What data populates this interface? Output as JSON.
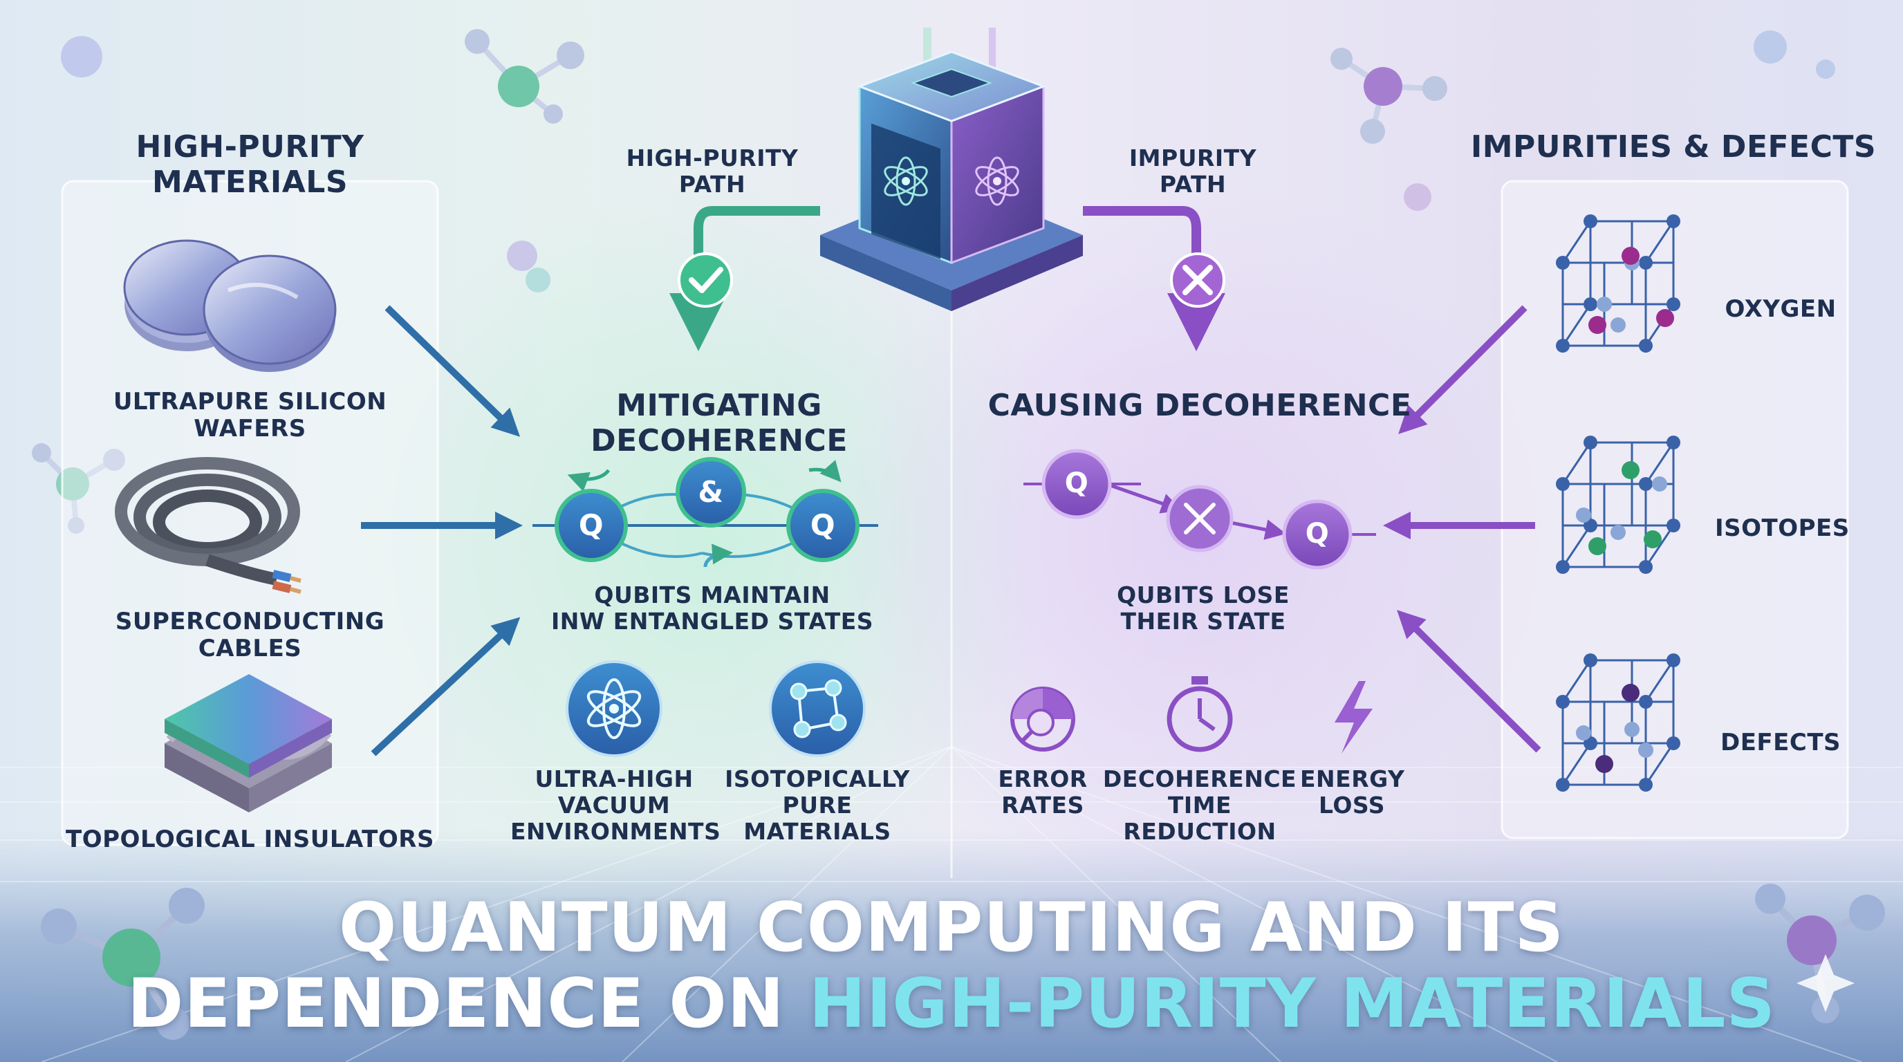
{
  "headers": {
    "left": "HIGH-PURITY MATERIALS",
    "right": "IMPURITIES & DEFECTS"
  },
  "paths": {
    "high_purity": [
      "HIGH-PURITY",
      "PATH"
    ],
    "impurity": [
      "IMPURITY",
      "PATH"
    ]
  },
  "materials": [
    {
      "label": "ULTRAPURE SILICON WAFERS",
      "icon": "silicon-wafers-icon"
    },
    {
      "label": "SUPERCONDUCTING CABLES",
      "icon": "cable-coil-icon"
    },
    {
      "label": "TOPOLOGICAL INSULATORS",
      "icon": "topological-insulator-icon"
    }
  ],
  "impurities": [
    {
      "label": "OXYGEN",
      "icon": "lattice-oxygen-icon"
    },
    {
      "label": "ISOTOPES",
      "icon": "lattice-isotopes-icon"
    },
    {
      "label": "DEFECTS",
      "icon": "lattice-defects-icon"
    }
  ],
  "mitigating": {
    "title": "MITIGATING DECOHERENCE",
    "qubit_letter": "Q",
    "entangle_symbol": "&",
    "caption": [
      "QUBITS MAINTAIN",
      "INW ENTANGLED STATES"
    ],
    "features": [
      {
        "lines": [
          "ULTRA-HIGH",
          "VACUUM",
          "ENVIRONMENTS"
        ],
        "icon": "atom-icon"
      },
      {
        "lines": [
          "ISOTOPICALLY",
          "PURE",
          "MATERIALS"
        ],
        "icon": "molecule-network-icon"
      }
    ]
  },
  "causing": {
    "title": "CAUSING DECOHERENCE",
    "qubit_letter": "Q",
    "caption": [
      "QUBITS LOSE",
      "THEIR STATE"
    ],
    "effects": [
      {
        "lines": [
          "ERROR",
          "RATES"
        ],
        "icon": "error-gauge-icon"
      },
      {
        "lines": [
          "DECOHERENCE",
          "TIME REDUCTION"
        ],
        "icon": "stopwatch-icon"
      },
      {
        "lines": [
          "ENERGY",
          "LOSS"
        ],
        "icon": "lightning-icon"
      }
    ]
  },
  "title": {
    "line1": "QUANTUM COMPUTING AND ITS",
    "line2_prefix": "DEPENDENCE ON ",
    "line2_accent": "HIGH-PURITY MATERIALS"
  },
  "colors": {
    "green": "#3fbf8f",
    "purple": "#9a5fd0",
    "blue": "#2f75ad",
    "navy": "#1e2f4f",
    "title_accent": "#7fe3ee"
  }
}
